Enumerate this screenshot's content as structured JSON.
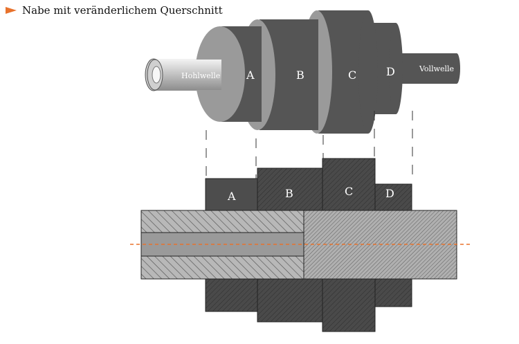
{
  "title": "Nabe mit veränderlichem Querschnitt",
  "labels_3d": {
    "hohlwelle": "Hohlwelle",
    "vollwelle": "Vollwelle",
    "a": "A",
    "b": "B",
    "c": "C",
    "d": "D"
  },
  "labels_section": {
    "a": "A",
    "b": "B",
    "c": "C",
    "d": "D"
  },
  "colors": {
    "accent": "#e8722c",
    "hub_dark": "#4d4d4d",
    "hub_light": "#9a9a9a",
    "shaft": "#a6a6a6"
  }
}
